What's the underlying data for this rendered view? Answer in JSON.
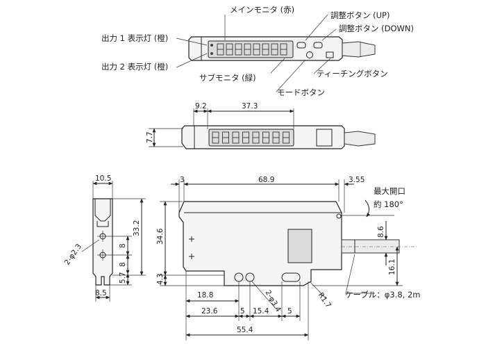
{
  "callouts": {
    "main_monitor": "メインモニタ (赤)",
    "adjust_up": "調整ボタン (UP)",
    "adjust_down": "調整ボタン (DOWN)",
    "output1": "出力 1 表示灯 (橙)",
    "output2": "出力 2 表示灯 (橙)",
    "sub_monitor": "サブモニタ (緑)",
    "teaching": "ティーチングボタン",
    "mode": "モードボタン"
  },
  "front": {
    "dim_9_2": "9.2",
    "dim_37_3": "37.3",
    "dim_7_7": "7.7"
  },
  "side": {
    "dim_10_5": "10.5",
    "dim_33_2": "33.2",
    "dim_8a": "8",
    "dim_8b": "8",
    "dim_5_7": "5.7",
    "dim_8_5": "8.5",
    "hole": "2-φ2.3"
  },
  "main": {
    "dim_3": "3",
    "dim_68_9": "68.9",
    "dim_3_55": "3.55",
    "open_label": "最大開口",
    "open_angle": "約 180°",
    "dim_34_6": "34.6",
    "dim_4_3": "4.3",
    "dim_8_6": "8.6",
    "dim_16_1": "16.1",
    "cable": "ケーブル：φ3.8, 2m",
    "dim_18_8": "18.8",
    "dim_23_6": "23.6",
    "dim_5a": "5",
    "dim_15_4": "15.4",
    "dim_5b": "5",
    "hole": "2-φ3.4",
    "radius": "R1.7",
    "dim_55_4": "55.4"
  }
}
